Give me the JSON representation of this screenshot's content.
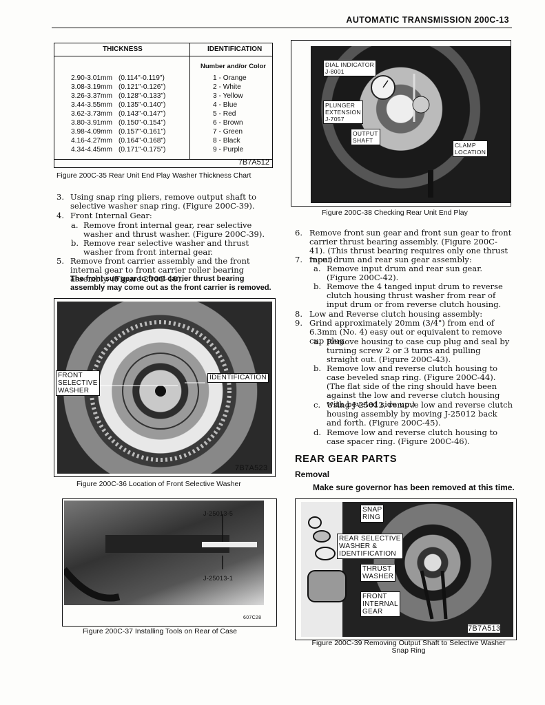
{
  "header": {
    "title": "AUTOMATIC TRANSMISSION 200C-13"
  },
  "table": {
    "col_thickness": "THICKNESS",
    "col_identification": "IDENTIFICATION",
    "sub_header": "Number and/or Color",
    "rows": [
      {
        "mm": "2.90-3.01mm",
        "inch": "(0.114\"-0.119\")",
        "id": "1 - Orange"
      },
      {
        "mm": "3.08-3.19mm",
        "inch": "(0.121\"-0.126\")",
        "id": "2 - White"
      },
      {
        "mm": "3.26-3.37mm",
        "inch": "(0.128\"-0.133\")",
        "id": "3 - Yellow"
      },
      {
        "mm": "3.44-3.55mm",
        "inch": "(0.135\"-0.140\")",
        "id": "4 - Blue"
      },
      {
        "mm": "3.62-3.73mm",
        "inch": "(0.143\"-0.147\")",
        "id": "5 - Red"
      },
      {
        "mm": "3.80-3.91mm",
        "inch": "(0.150\"-0.154\")",
        "id": "6 - Brown"
      },
      {
        "mm": "3.98-4.09mm",
        "inch": "(0.157\"-0.161\")",
        "id": "7 - Green"
      },
      {
        "mm": "4.16-4.27mm",
        "inch": "(0.164\"-0.168\")",
        "id": "8 - Black"
      },
      {
        "mm": "4.34-4.45mm",
        "inch": "(0.171\"-0.175\")",
        "id": "9 - Purple"
      }
    ],
    "code": "7B7A512",
    "caption": "Figure 200C-35 Rear Unit End Play Washer Thickness Chart"
  },
  "fig38": {
    "labels": {
      "dial": "DIAL INDICATOR",
      "dial_tool": "J-8001",
      "plunger": "PLUNGER",
      "extension": "EXTENSION",
      "extension_tool": "J-7057",
      "output1": "OUTPUT",
      "output2": "SHAFT",
      "clamp1": "CLAMP",
      "clamp2": "LOCATION"
    },
    "caption": "Figure 200C-38 Checking Rear Unit End Play"
  },
  "left_steps": {
    "s3_n": "3.",
    "s3": "Using snap ring pliers, remove output shaft to selective washer snap ring. (Figure 200C-39).",
    "s4_n": "4.",
    "s4": "Front Internal Gear:",
    "s4a_n": "a.",
    "s4a": "Remove front internal gear, rear selective washer and thrust washer. (Figure 200C-39).",
    "s4b_n": "b.",
    "s4b": "Remove rear selective washer and thrust washer from front internal gear.",
    "s5_n": "5.",
    "s5": "Remove front carrier assembly and the front internal gear to front carrier roller bearing assembly. (Figure 200C-40).",
    "warning": "The front sun gear to front carrier thrust bearing assembly may come out as the front carrier is removed."
  },
  "fig36": {
    "labels": {
      "front": "FRONT",
      "selective": "SELECTIVE",
      "washer": "WASHER",
      "identification": "IDENTIFICATION",
      "code": "7B7A523"
    },
    "caption": "Figure 200C-36 Location of Front Selective Washer"
  },
  "fig37": {
    "labels": {
      "tool_top": "J-25013-5",
      "tool_bottom": "J-25013-1",
      "code": "607C28"
    },
    "caption": "Figure 200C-37 Installing Tools on Rear of Case"
  },
  "right_steps": {
    "s6_n": "6.",
    "s6": "Remove front sun gear and front sun gear to front carrier thrust bearing assembly. (Figure 200C-41). (This thrust bearing requires only one thrust race.)",
    "s7_n": "7.",
    "s7": "Input drum and rear sun gear assembly:",
    "s7a_n": "a.",
    "s7a": "Remove input drum and rear sun gear. (Figure 200C-42).",
    "s7b_n": "b.",
    "s7b": "Remove the 4 tanged input drum to reverse clutch housing thrust washer from rear of input drum or from reverse clutch housing.",
    "s8_n": "8.",
    "s8": "Low and Reverse clutch housing assembly:",
    "s9_n": "9.",
    "s9": "Grind approximately 20mm (3/4\") from end of 6.3mm (No. 4) easy out or equivalent to remove cup plug.",
    "s9a_n": "a.",
    "s9a": "Remove housing to case cup plug and seal by turning screw 2 or 3 turns and pulling straight out. (Figure 200C-43).",
    "s9b_n": "b.",
    "s9b": "Remove low and reverse clutch housing to case beveled snap ring. (Figure 200C-44). (The flat side of the ring should have been against the low and reverse clutch housing with beveled side up.)",
    "s9c_n": "c.",
    "s9c": "Using J-25012, remove low and reverse clutch housing assembly by moving J-25012 back and forth. (Figure 200C-45).",
    "s9d_n": "d.",
    "s9d": "Remove low and reverse clutch housing to case spacer ring. (Figure 200C-46)."
  },
  "section": {
    "title": "REAR GEAR PARTS",
    "removal": "Removal",
    "note": "Make sure governor has been removed at this time."
  },
  "fig39": {
    "labels": {
      "snap1": "SNAP",
      "snap2": "RING",
      "rear1": "REAR SELECTIVE",
      "rear2": "WASHER &",
      "rear3": "IDENTIFICATION",
      "thrust1": "THRUST",
      "thrust2": "WASHER",
      "front1": "FRONT",
      "front2": "INTERNAL",
      "front3": "GEAR",
      "code": "7B7A513"
    },
    "caption1": "Figure 200C-39 Removing Output Shaft to Selective Washer",
    "caption2": "Snap Ring"
  }
}
